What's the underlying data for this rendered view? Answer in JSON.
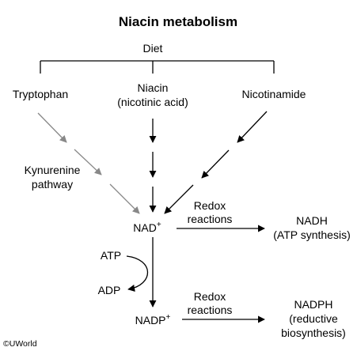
{
  "title": "Niacin metabolism",
  "diet": "Diet",
  "sources": {
    "tryptophan": "Tryptophan",
    "niacin": "Niacin",
    "niacin_sub": "(nicotinic acid)",
    "nicotinamide": "Nicotinamide"
  },
  "kynurenine": {
    "line1": "Kynurenine",
    "line2": "pathway"
  },
  "nad": {
    "base": "NAD",
    "sup": "+"
  },
  "nadp": {
    "base": "NADP",
    "sup": "+"
  },
  "redox1": {
    "line1": "Redox",
    "line2": "reactions"
  },
  "redox2": {
    "line1": "Redox",
    "line2": "reactions"
  },
  "nadh": {
    "line1": "NADH",
    "line2": "(ATP synthesis)"
  },
  "nadph": {
    "line1": "NADPH",
    "line2": "(reductive",
    "line3": "biosynthesis)"
  },
  "atp": "ATP",
  "adp": "ADP",
  "copyright": "©UWorld",
  "colors": {
    "main": "#000000",
    "kynurenine_arrow": "#888888"
  }
}
